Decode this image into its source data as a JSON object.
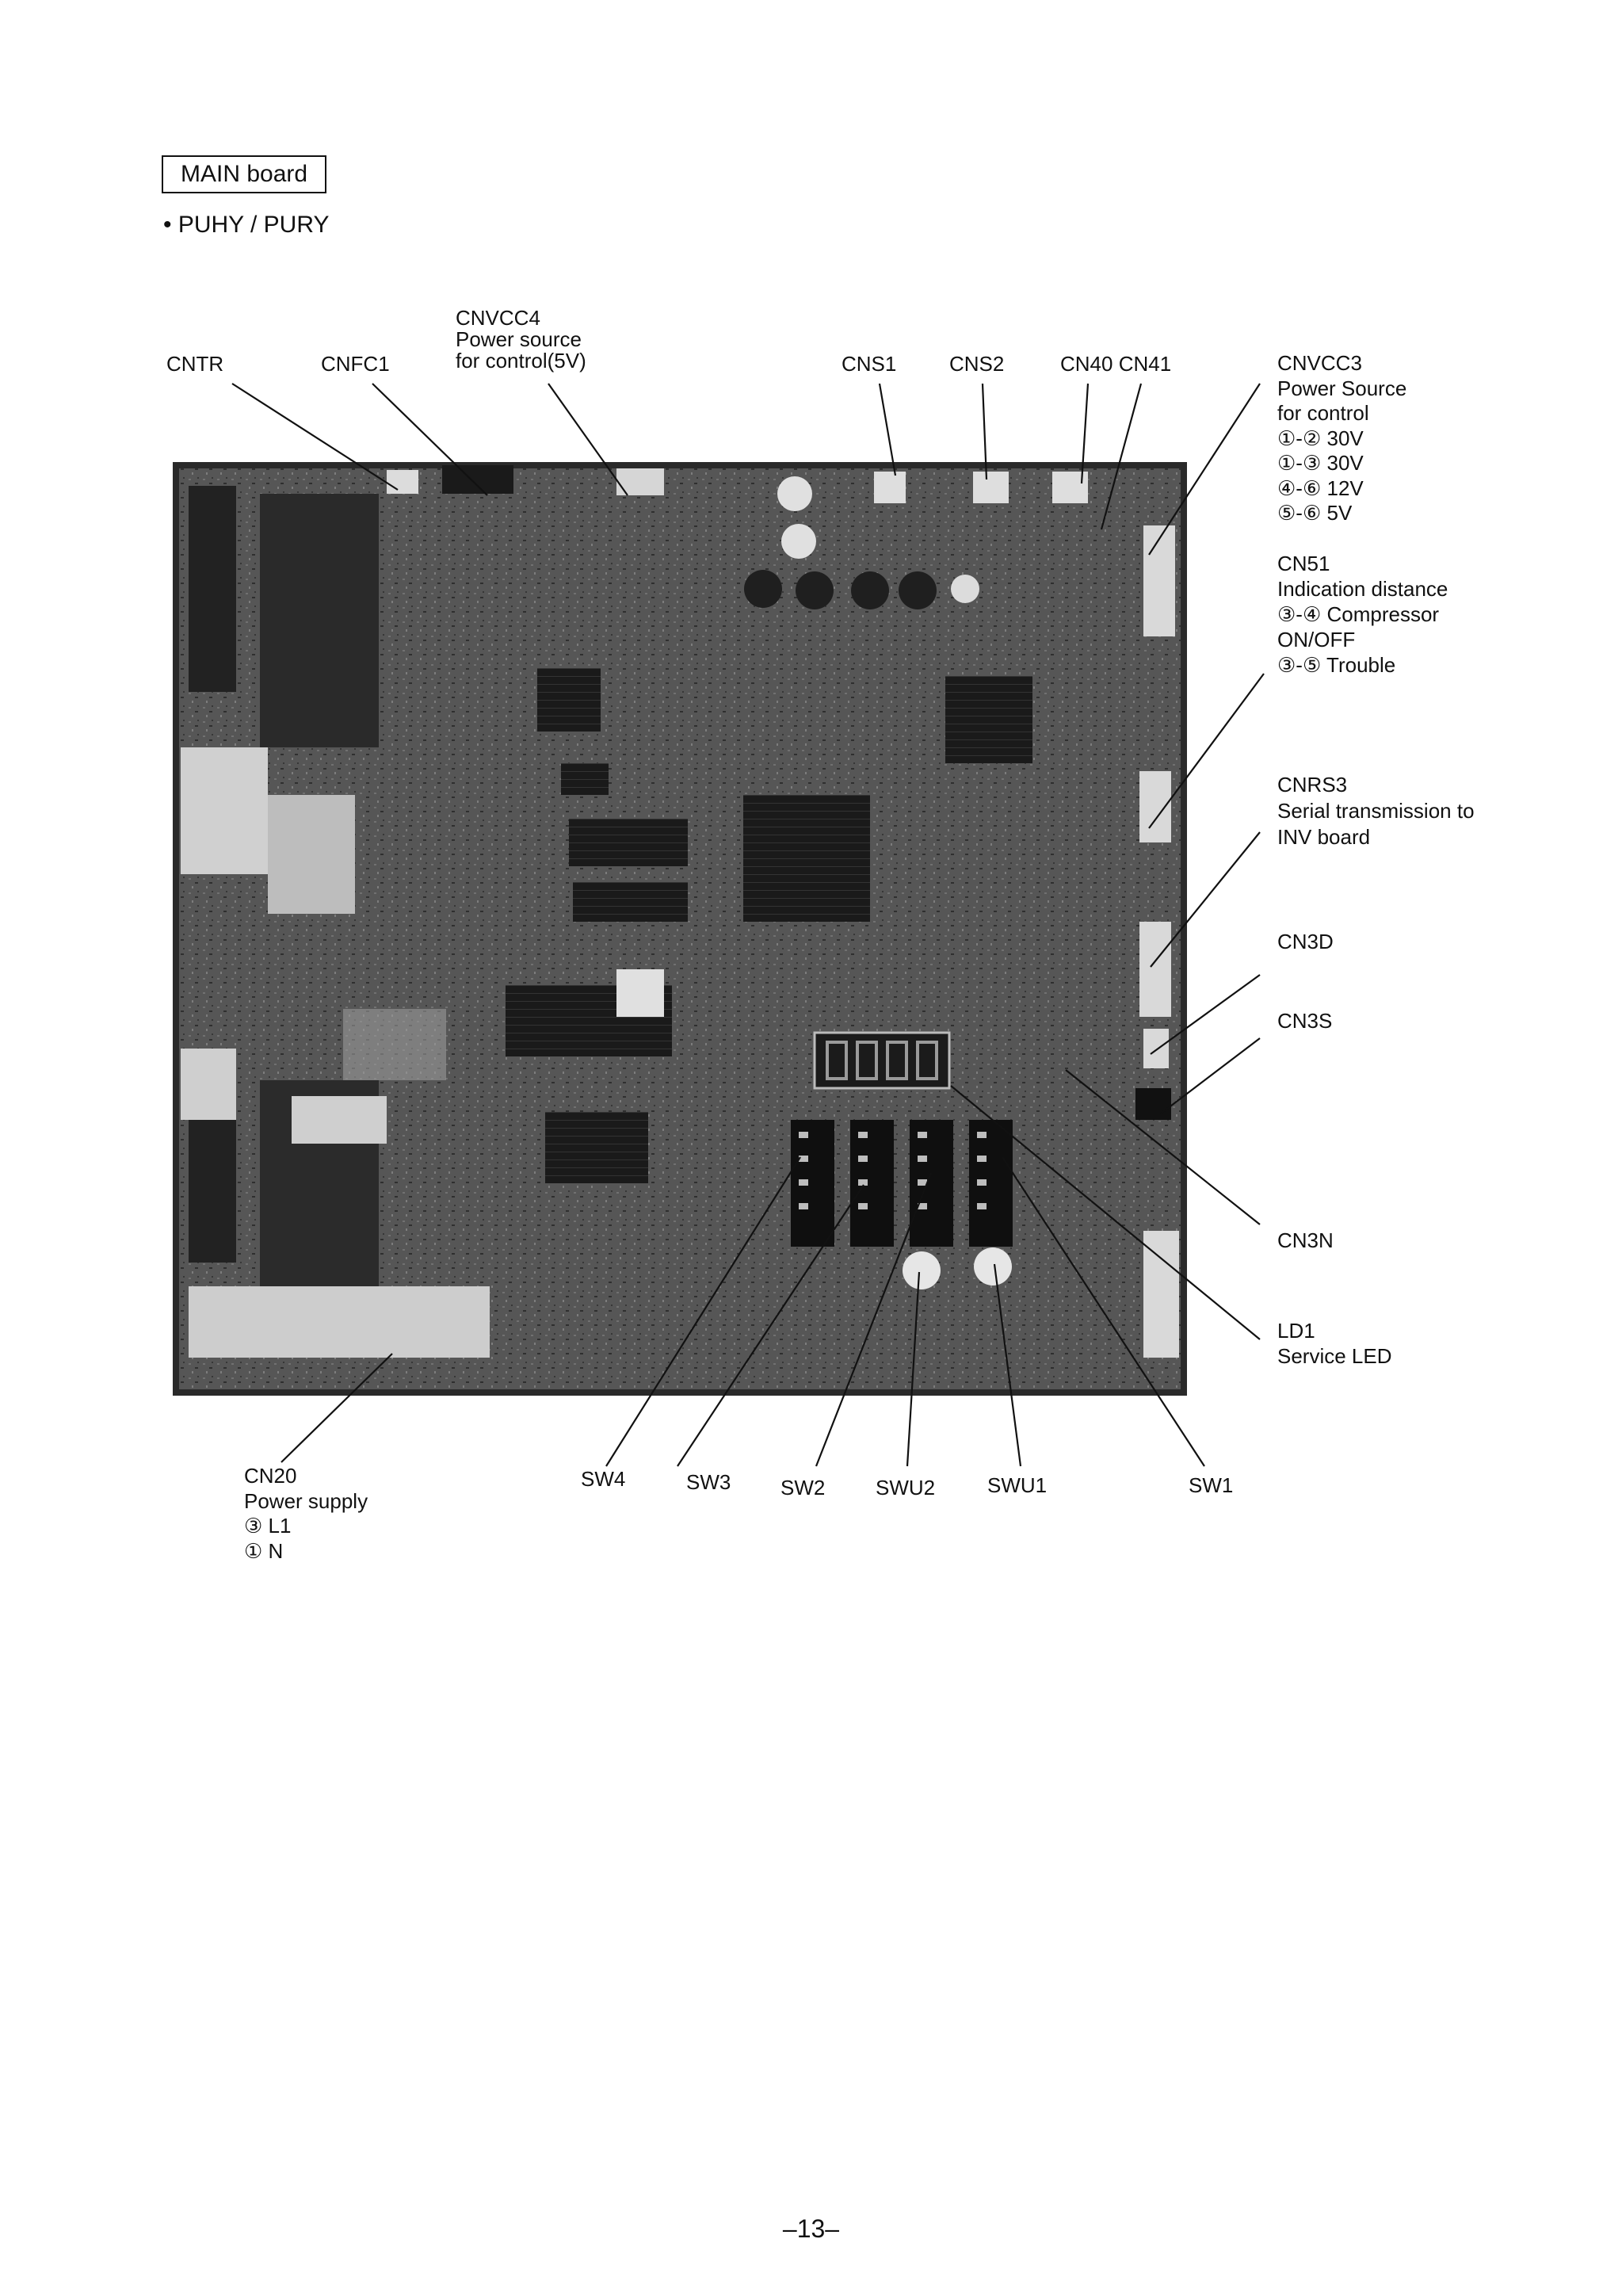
{
  "header": {
    "board_title": "MAIN board",
    "model": "• PUHY / PURY"
  },
  "labels": {
    "cntr": [
      "CNTR"
    ],
    "cnfc1": [
      "CNFC1"
    ],
    "cnvcc4": [
      "CNVCC4",
      "Power source",
      "for control(5V)"
    ],
    "cns1": [
      "CNS1"
    ],
    "cns2": [
      "CNS2"
    ],
    "cn40_cn41": [
      "CN40 CN41"
    ],
    "cnvcc3": [
      "CNVCC3",
      "Power Source",
      "for control",
      "①-② 30V",
      "①-③ 30V",
      "④-⑥ 12V",
      "⑤-⑥ 5V"
    ],
    "cn51": [
      "CN51",
      "Indication distance",
      "③-④ Compressor",
      "ON/OFF",
      "③-⑤ Trouble"
    ],
    "cnrs3": [
      "CNRS3",
      "Serial transmission to",
      "INV board"
    ],
    "cn3d": [
      "CN3D"
    ],
    "cn3s": [
      "CN3S"
    ],
    "cn3n": [
      "CN3N"
    ],
    "ld1": [
      "LD1",
      "Service LED"
    ],
    "cn20": [
      "CN20",
      "Power supply",
      "③ L1",
      "① N"
    ],
    "sw4": [
      "SW4"
    ],
    "sw3": [
      "SW3"
    ],
    "sw2": [
      "SW2"
    ],
    "swu2": [
      "SWU2"
    ],
    "swu1": [
      "SWU1"
    ],
    "sw1": [
      "SW1"
    ]
  },
  "footer": {
    "page_number": "–13–"
  },
  "colors": {
    "board_dark": "#1c1c1c",
    "board_mid": "#555555",
    "component_light": "#d8d8d8",
    "ink": "#111111"
  }
}
